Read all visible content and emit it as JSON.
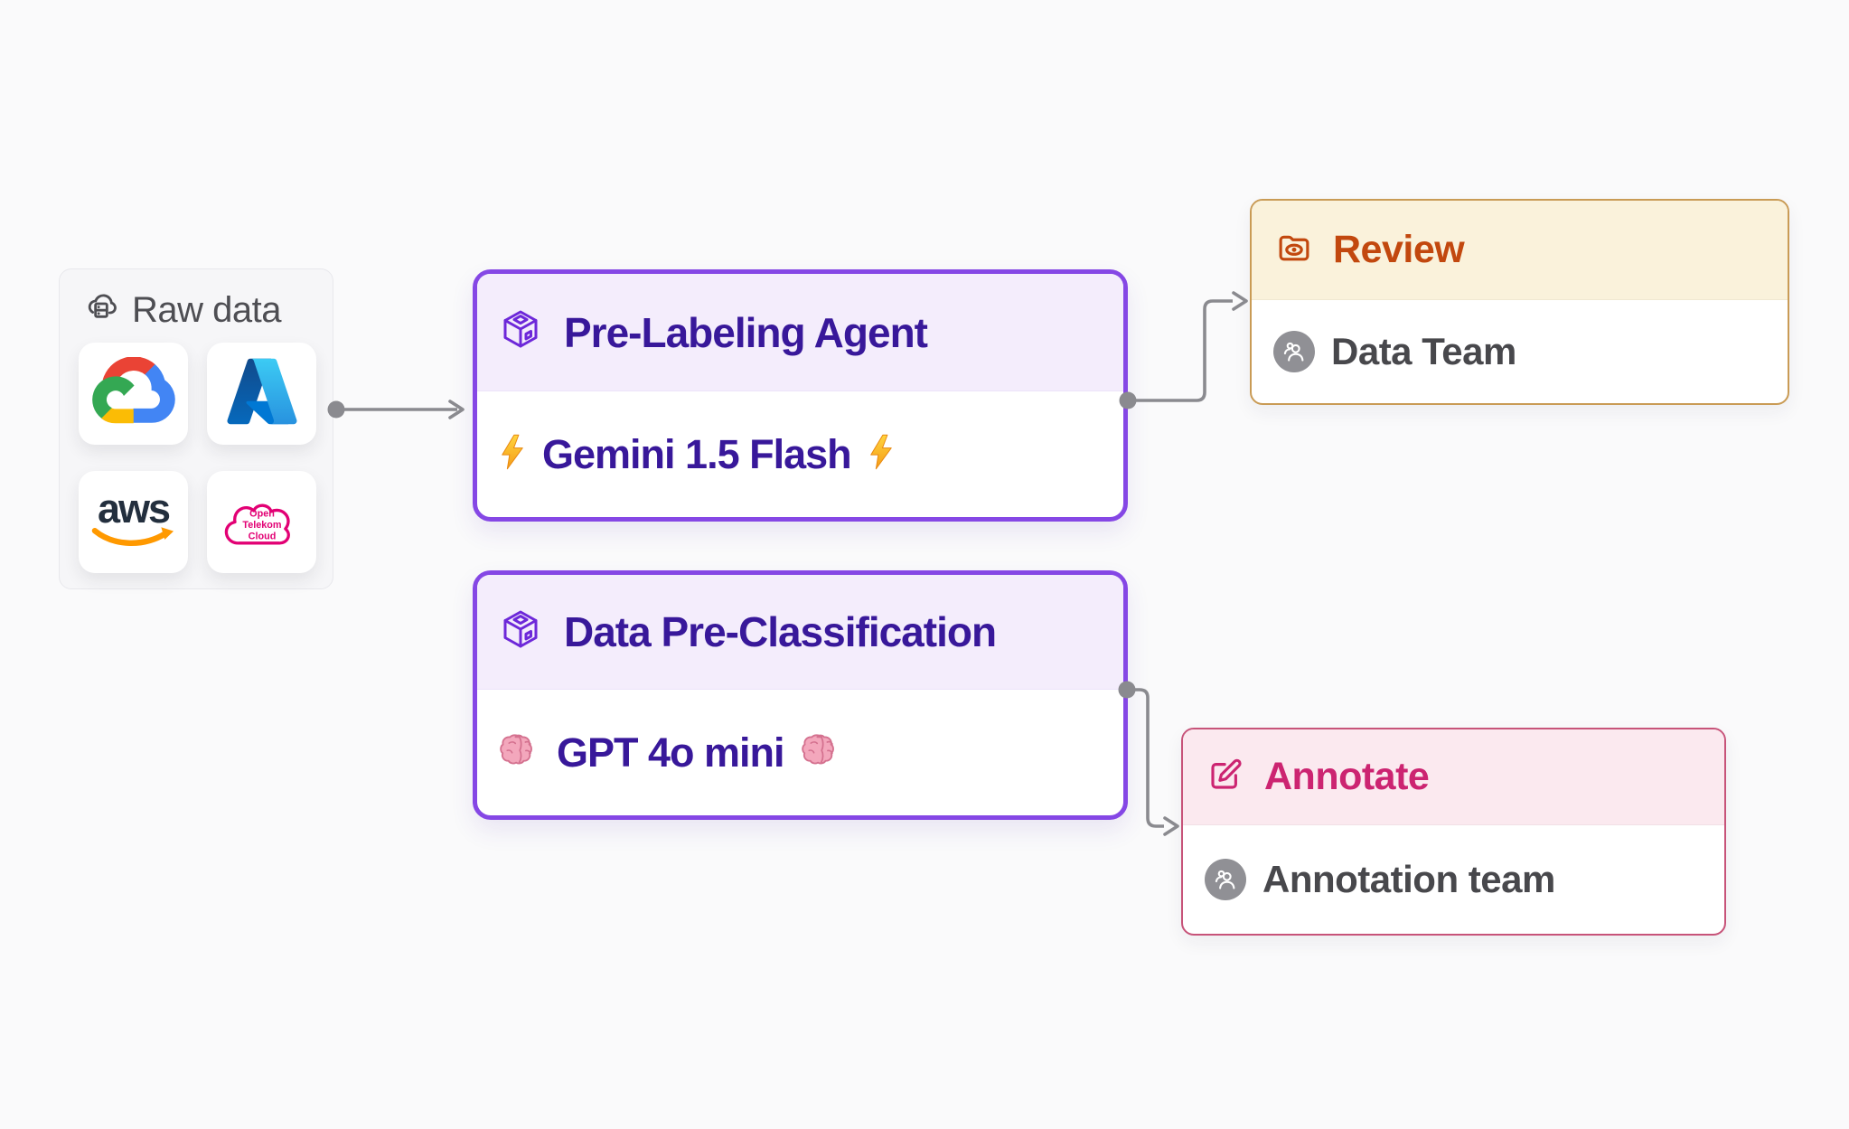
{
  "theme": {
    "page-bg": "#FAFAFB",
    "panel-bg": "#F6F6F8",
    "panel-border": "#E8E8EC",
    "muted-text": "#4E4E53",
    "agent-border": "#8547E5",
    "agent-header-bg": "#F4EDFC",
    "agent-text": "#38189A",
    "review-border": "#C99B55",
    "review-header-bg": "#FAF2DB",
    "review-text": "#C2480E",
    "annotate-border": "#C75379",
    "annotate-header-bg": "#FBE9EF",
    "annotate-text": "#CC2471",
    "team-text": "#48484C",
    "connector": "#8A8A8F",
    "avatar-bg": "#909095",
    "aws-navy": "#232F3E",
    "aws-orange": "#FF9900",
    "telekom-magenta": "#E20074"
  },
  "raw_data": {
    "label": "Raw data",
    "providers": [
      {
        "id": "google-cloud"
      },
      {
        "id": "azure"
      },
      {
        "id": "aws",
        "logo_text": "aws"
      },
      {
        "id": "open-telekom-cloud",
        "logo_lines": [
          "Open",
          "Telekom",
          "Cloud"
        ]
      }
    ]
  },
  "nodes": {
    "pre_labeling": {
      "title": "Pre-Labeling Agent",
      "model": "Gemini 1.5 Flash",
      "model_icon": "lightning-bolt"
    },
    "pre_classification": {
      "title": "Data Pre-Classification",
      "model": "GPT 4o mini",
      "model_icon": "brain"
    },
    "review": {
      "title": "Review",
      "team": "Data Team"
    },
    "annotate": {
      "title": "Annotate",
      "team": "Annotation team"
    }
  }
}
